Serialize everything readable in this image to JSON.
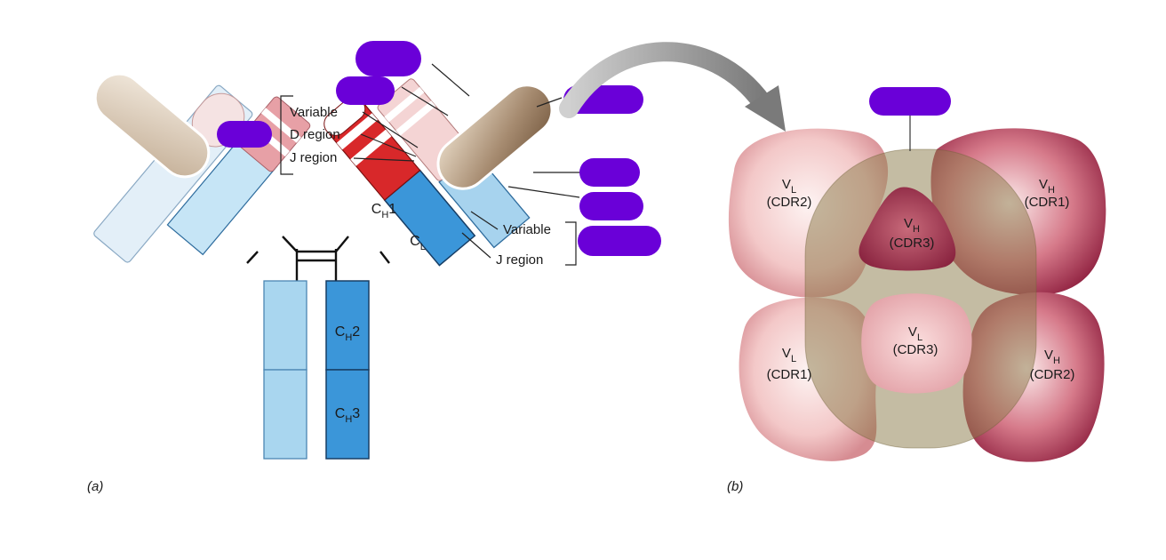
{
  "panel_a": {
    "caption": "(a)",
    "heavy_bracket_labels": [
      "Variable",
      "D region",
      "J region"
    ],
    "light_bracket_labels": [
      "Variable",
      "J region"
    ],
    "domain_labels": {
      "ch1": {
        "base": "C",
        "sub": "H",
        "tail": "1"
      },
      "cl": {
        "base": "C",
        "sub": "L",
        "tail": ""
      },
      "ch2": {
        "base": "C",
        "sub": "H",
        "tail": "2"
      },
      "ch3": {
        "base": "C",
        "sub": "H",
        "tail": "3"
      }
    }
  },
  "panel_b": {
    "caption": "(b)",
    "regions": {
      "vl_cdr2": {
        "base": "V",
        "sub": "L",
        "cdr": "(CDR2)"
      },
      "vh_cdr1": {
        "base": "V",
        "sub": "H",
        "cdr": "(CDR1)"
      },
      "vh_cdr3": {
        "base": "V",
        "sub": "H",
        "cdr": "(CDR3)"
      },
      "vl_cdr3": {
        "base": "V",
        "sub": "L",
        "cdr": "(CDR3)"
      },
      "vl_cdr1": {
        "base": "V",
        "sub": "L",
        "cdr": "(CDR1)"
      },
      "vh_cdr2": {
        "base": "V",
        "sub": "H",
        "cdr": "(CDR2)"
      }
    }
  },
  "colors": {
    "light_chain": "#bfe1f2",
    "heavy_chain": "#3b96d9",
    "variable_red": "#d8282a",
    "antigen": "#a68b70",
    "mask": "#6a00d8"
  }
}
